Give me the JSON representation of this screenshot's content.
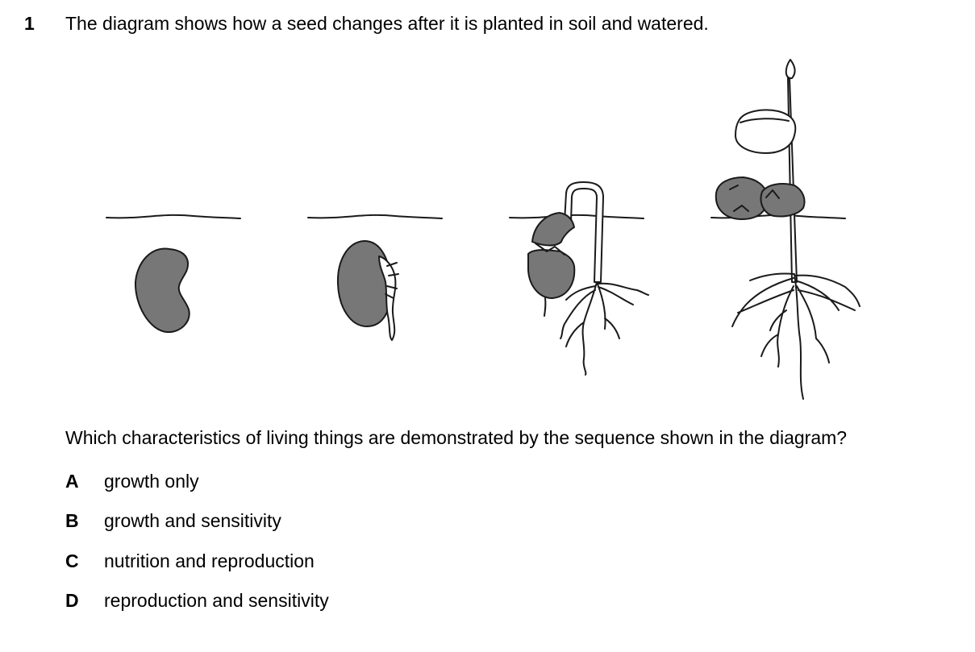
{
  "question": {
    "number": "1",
    "stem": "The diagram shows how a seed changes after it is planted in soil and watered.",
    "prompt": "Which characteristics of living things are demonstrated by the sequence shown in the diagram?"
  },
  "options": [
    {
      "letter": "A",
      "text": "growth only"
    },
    {
      "letter": "B",
      "text": "growth and sensitivity"
    },
    {
      "letter": "C",
      "text": "nutrition and reproduction"
    },
    {
      "letter": "D",
      "text": "reproduction and sensitivity"
    }
  ],
  "colors": {
    "seed_fill": "#777777",
    "line": "#1a1a1a",
    "background": "#ffffff"
  }
}
